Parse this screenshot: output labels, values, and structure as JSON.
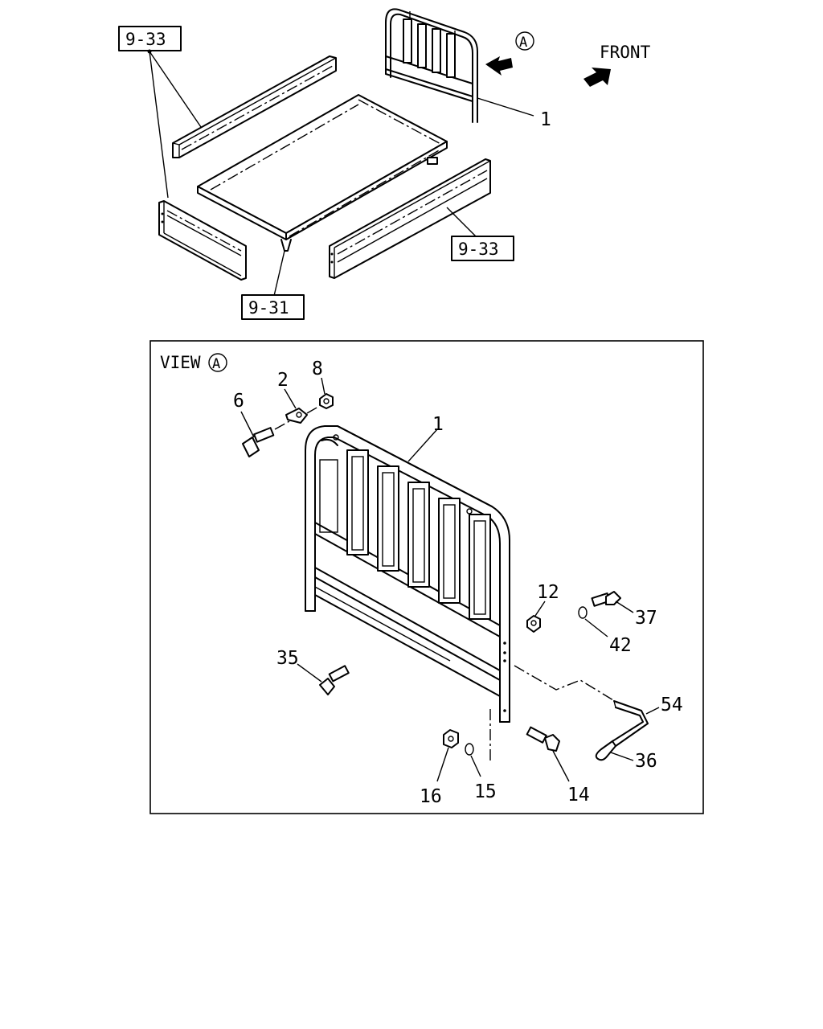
{
  "top": {
    "ref_top_left": "9-33",
    "ref_bottom_right": "9-33",
    "ref_floor": "9-31",
    "view_marker": "A",
    "part_headboard": "1",
    "front_label": "FRONT"
  },
  "view": {
    "title_prefix": "VIEW",
    "title_marker": "A",
    "callouts": {
      "p1": "1",
      "p2": "2",
      "p6": "6",
      "p8": "8",
      "p12": "12",
      "p14": "14",
      "p15": "15",
      "p16": "16",
      "p35": "35",
      "p36": "36",
      "p37": "37",
      "p42": "42",
      "p54": "54"
    }
  }
}
